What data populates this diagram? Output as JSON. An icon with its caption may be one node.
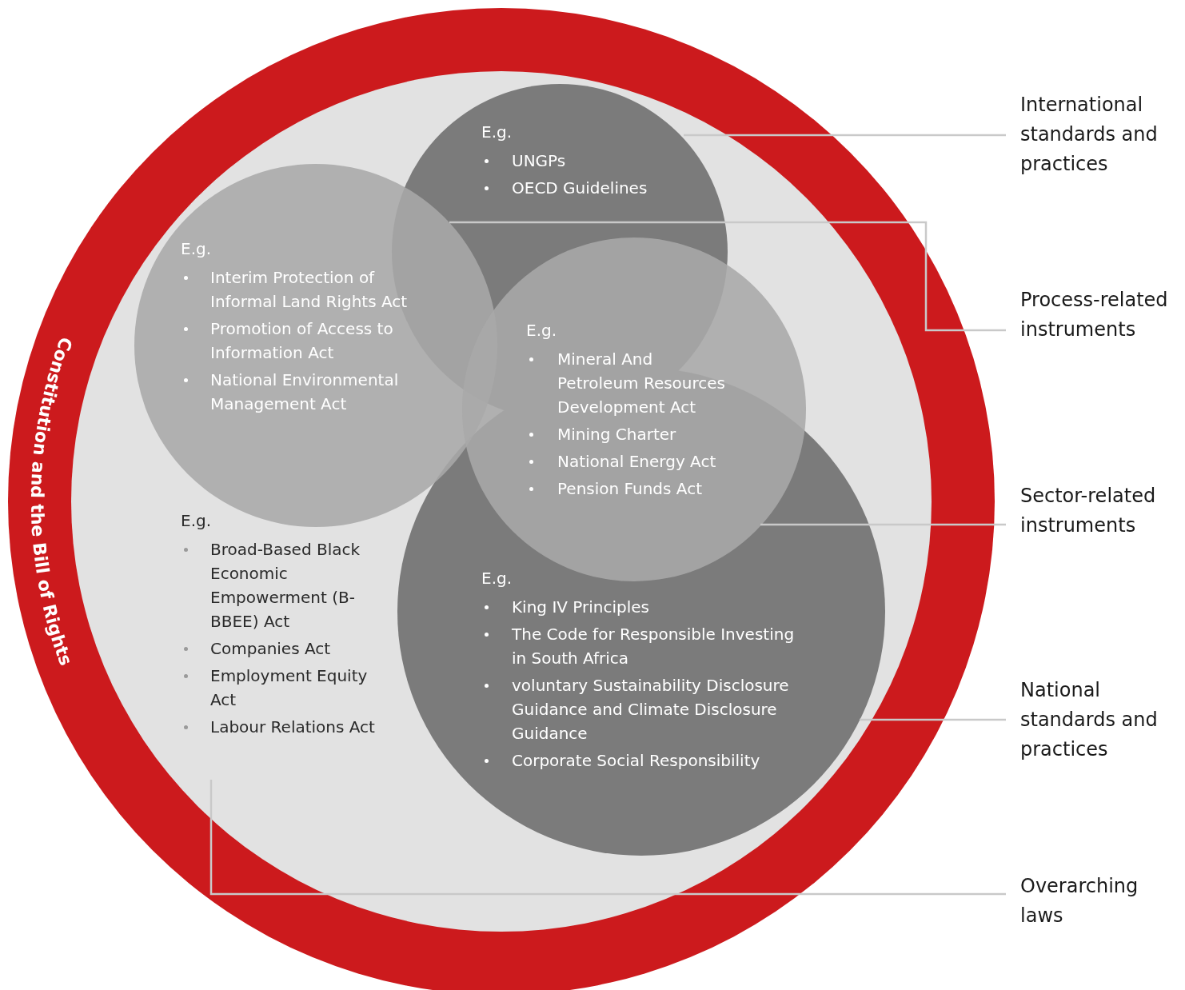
{
  "diagram": {
    "nodes": [
      {
        "text": [
          "Constitution and the Bill of Rights"
        ]
      },
      {
        "text": [
          "E.g.",
          "UNGPs",
          "OECD Guidelines"
        ],
        "in": 0
      },
      {
        "text": [
          "E.g.",
          "Interim Protection of Informal Land Rights Act",
          "Promotion of Access to Information Act",
          "National Environmental Management Act"
        ],
        "in": 0
      },
      {
        "text": [
          "E.g.",
          "Mineral And Petroleum Resources Development Act",
          "Mining Charter",
          "National Energy Act",
          "Pension Funds Act"
        ],
        "in": 0
      },
      {
        "text": [
          "E.g.",
          "King IV Principles",
          "The Code for Responsible Investing in South Africa",
          "voluntary Sustainability Disclosure Guidance and Climate Disclosure Guidance",
          "Corporate Social Responsibility"
        ],
        "in": 0
      },
      {
        "text": [
          "E.g.",
          "Broad-Based Black Economic Empowerment (B-BBEE) Act",
          "Companies Act",
          "Employment Equity Act",
          "Labour Relations Act"
        ],
        "in": 0
      },
      {
        "text": [
          "International standards and practices"
        ]
      },
      {
        "text": [
          "Process-related instruments"
        ]
      },
      {
        "text": [
          "Sector-related instruments"
        ]
      },
      {
        "text": [
          "National standards and practices"
        ]
      },
      {
        "text": [
          "Overarching laws"
        ]
      }
    ],
    "edges": [
      {
        "from": 6,
        "to": 1,
        "arrow": "none"
      },
      {
        "from": 7,
        "to": 2,
        "arrow": "none"
      },
      {
        "from": 8,
        "to": 3,
        "arrow": "none"
      },
      {
        "from": 9,
        "to": 4,
        "arrow": "none"
      },
      {
        "from": 10,
        "to": 5,
        "arrow": "none"
      }
    ]
  }
}
